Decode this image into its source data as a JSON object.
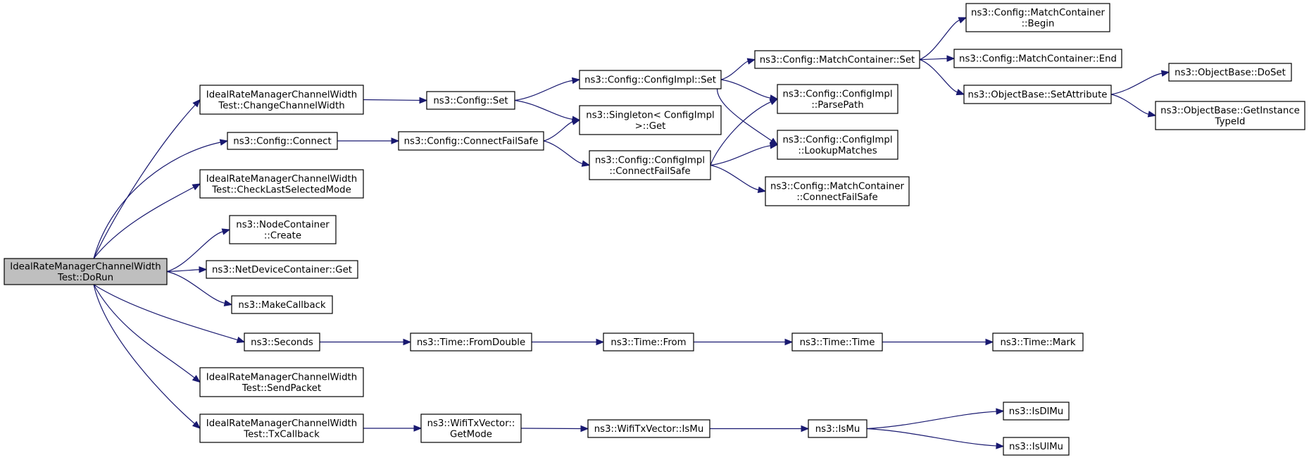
{
  "nodes": [
    {
      "id": "dorun",
      "lines": [
        "IdealRateManagerChannelWidth",
        "Test::DoRun"
      ],
      "root": true
    },
    {
      "id": "change",
      "lines": [
        "IdealRateManagerChannelWidth",
        "Test::ChangeChannelWidth"
      ]
    },
    {
      "id": "connect",
      "lines": [
        "ns3::Config::Connect"
      ]
    },
    {
      "id": "checklast",
      "lines": [
        "IdealRateManagerChannelWidth",
        "Test::CheckLastSelectedMode"
      ]
    },
    {
      "id": "nodecreate",
      "lines": [
        "ns3::NodeContainer",
        "::Create"
      ]
    },
    {
      "id": "netget",
      "lines": [
        "ns3::NetDeviceContainer::Get"
      ]
    },
    {
      "id": "makecb",
      "lines": [
        "ns3::MakeCallback"
      ]
    },
    {
      "id": "seconds",
      "lines": [
        "ns3::Seconds"
      ]
    },
    {
      "id": "sendpacket",
      "lines": [
        "IdealRateManagerChannelWidth",
        "Test::SendPacket"
      ]
    },
    {
      "id": "txcb",
      "lines": [
        "IdealRateManagerChannelWidth",
        "Test::TxCallback"
      ]
    },
    {
      "id": "configset",
      "lines": [
        "ns3::Config::Set"
      ]
    },
    {
      "id": "connfailsafe",
      "lines": [
        "ns3::Config::ConnectFailSafe"
      ]
    },
    {
      "id": "fromdouble",
      "lines": [
        "ns3::Time::FromDouble"
      ]
    },
    {
      "id": "getmode",
      "lines": [
        "ns3::WifiTxVector::",
        "GetMode"
      ]
    },
    {
      "id": "implset",
      "lines": [
        "ns3::Config::ConfigImpl::Set"
      ]
    },
    {
      "id": "singleton",
      "lines": [
        "ns3::Singleton< ConfigImpl",
        " >::Get"
      ]
    },
    {
      "id": "implcfs",
      "lines": [
        "ns3::Config::ConfigImpl",
        "::ConnectFailSafe"
      ]
    },
    {
      "id": "from",
      "lines": [
        "ns3::Time::From"
      ]
    },
    {
      "id": "ismu_vec",
      "lines": [
        "ns3::WifiTxVector::IsMu"
      ]
    },
    {
      "id": "mcset",
      "lines": [
        "ns3::Config::MatchContainer::Set"
      ]
    },
    {
      "id": "parsepath",
      "lines": [
        "ns3::Config::ConfigImpl",
        "::ParsePath"
      ]
    },
    {
      "id": "lookup",
      "lines": [
        "ns3::Config::ConfigImpl",
        "::LookupMatches"
      ]
    },
    {
      "id": "mccfs",
      "lines": [
        "ns3::Config::MatchContainer",
        "::ConnectFailSafe"
      ]
    },
    {
      "id": "time",
      "lines": [
        "ns3::Time::Time"
      ]
    },
    {
      "id": "ismu",
      "lines": [
        "ns3::IsMu"
      ]
    },
    {
      "id": "mcbegin",
      "lines": [
        "ns3::Config::MatchContainer",
        "::Begin"
      ]
    },
    {
      "id": "mcend",
      "lines": [
        "ns3::Config::MatchContainer::End"
      ]
    },
    {
      "id": "setattr",
      "lines": [
        "ns3::ObjectBase::SetAttribute"
      ]
    },
    {
      "id": "mark",
      "lines": [
        "ns3::Time::Mark"
      ]
    },
    {
      "id": "isdlmu",
      "lines": [
        "ns3::IsDlMu"
      ]
    },
    {
      "id": "isulmu",
      "lines": [
        "ns3::IsUlMu"
      ]
    },
    {
      "id": "doset",
      "lines": [
        "ns3::ObjectBase::DoSet"
      ]
    },
    {
      "id": "getinst",
      "lines": [
        "ns3::ObjectBase::GetInstance",
        "TypeId"
      ]
    }
  ],
  "edges": [
    [
      "dorun",
      "change"
    ],
    [
      "dorun",
      "connect"
    ],
    [
      "dorun",
      "checklast"
    ],
    [
      "dorun",
      "nodecreate"
    ],
    [
      "dorun",
      "netget"
    ],
    [
      "dorun",
      "makecb"
    ],
    [
      "dorun",
      "seconds"
    ],
    [
      "dorun",
      "sendpacket"
    ],
    [
      "dorun",
      "txcb"
    ],
    [
      "change",
      "configset"
    ],
    [
      "configset",
      "implset"
    ],
    [
      "configset",
      "singleton"
    ],
    [
      "connect",
      "connfailsafe"
    ],
    [
      "connfailsafe",
      "singleton"
    ],
    [
      "connfailsafe",
      "implcfs"
    ],
    [
      "implset",
      "mcset"
    ],
    [
      "implset",
      "parsepath"
    ],
    [
      "implset",
      "lookup"
    ],
    [
      "implcfs",
      "parsepath"
    ],
    [
      "implcfs",
      "lookup"
    ],
    [
      "implcfs",
      "mccfs"
    ],
    [
      "mcset",
      "mcbegin"
    ],
    [
      "mcset",
      "mcend"
    ],
    [
      "mcset",
      "setattr"
    ],
    [
      "setattr",
      "doset"
    ],
    [
      "setattr",
      "getinst"
    ],
    [
      "seconds",
      "fromdouble"
    ],
    [
      "fromdouble",
      "from"
    ],
    [
      "from",
      "time"
    ],
    [
      "time",
      "mark"
    ],
    [
      "txcb",
      "getmode"
    ],
    [
      "getmode",
      "ismu_vec"
    ],
    [
      "ismu_vec",
      "ismu"
    ],
    [
      "ismu",
      "isdlmu"
    ],
    [
      "ismu",
      "isulmu"
    ]
  ]
}
